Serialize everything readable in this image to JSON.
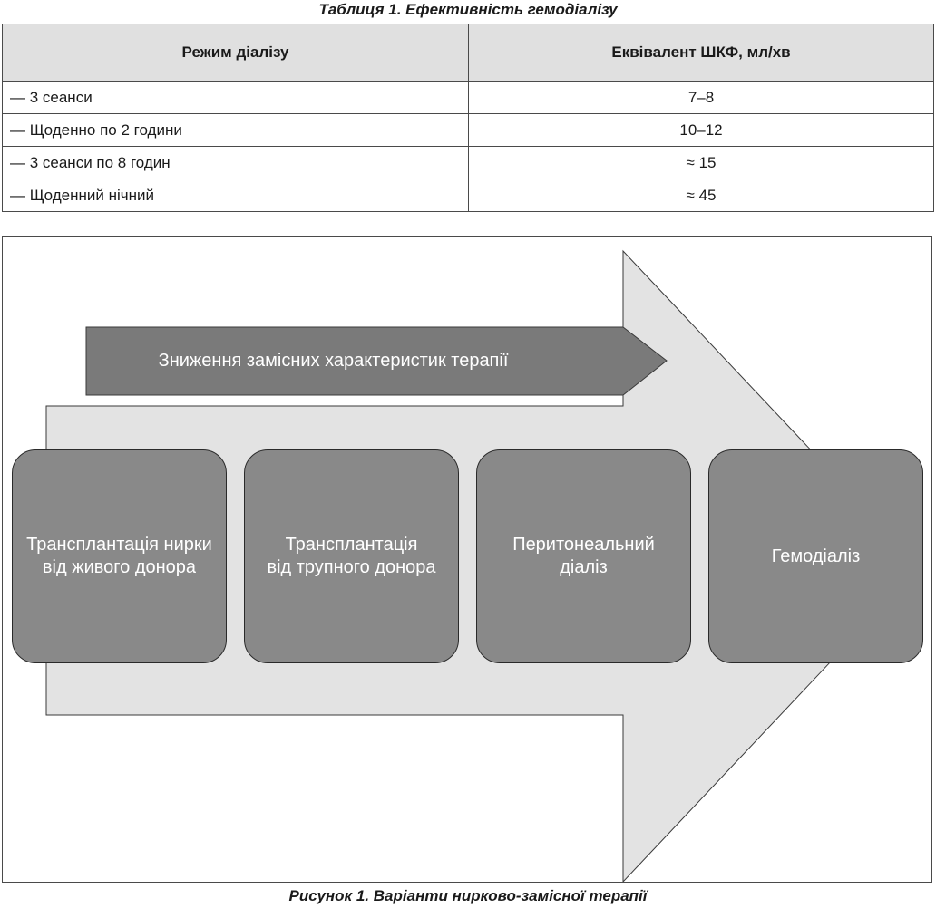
{
  "table": {
    "caption": "Таблиця 1. Ефективність гемодіалізу",
    "headers": [
      "Режим діалізу",
      "Еквівалент ШКФ, мл/хв"
    ],
    "rows": [
      [
        "— 3 сеанси",
        "7–8"
      ],
      [
        "— Щоденно по 2 години",
        "10–12"
      ],
      [
        "— 3 сеанси по 8 годин",
        "≈ 15"
      ],
      [
        "— Щоденний нічний",
        "≈ 45"
      ]
    ]
  },
  "figure": {
    "band_label": "Зниження замісних характеристик терапії",
    "stages": [
      "Трансплантація нирки\nвід живого донора",
      "Трансплантація\nвід трупного донора",
      "Перитонеальний\nдіаліз",
      "Гемодіаліз"
    ],
    "caption": "Рисунок 1. Варіанти нирково-замісної терапії",
    "colors": {
      "big_arrow_fill": "#e3e3e3",
      "band_arrow_fill": "#7a7a7a",
      "stage_fill": "#898989",
      "stage_text": "#ffffff",
      "header_fill": "#e0e0e0"
    }
  }
}
